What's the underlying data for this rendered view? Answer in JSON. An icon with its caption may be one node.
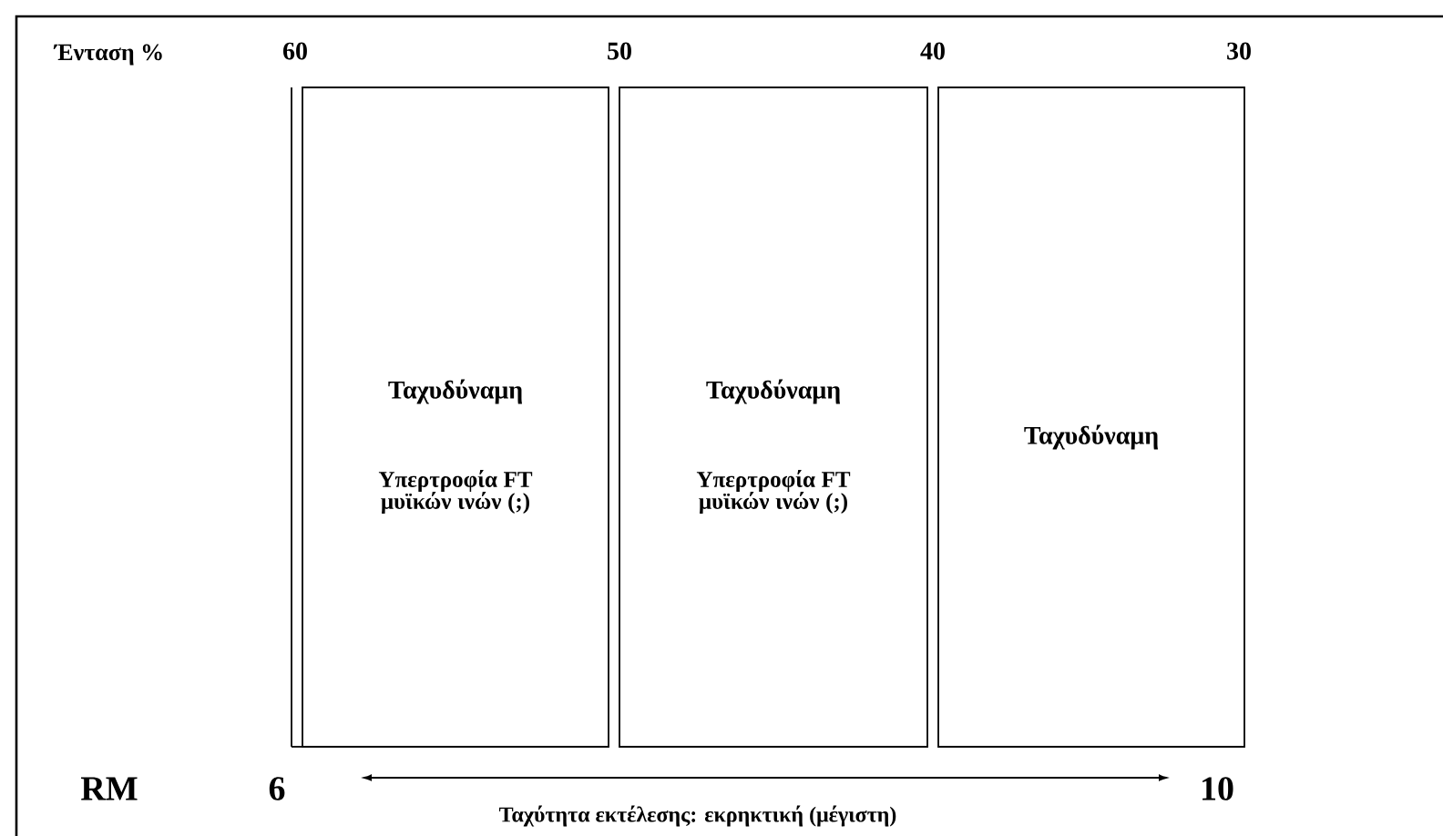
{
  "diagram": {
    "nodes": [
      {
        "text": [
          "Ταχυδύναμη",
          "Υπερτροφία FT μυϊκών ινών (;)"
        ]
      },
      {
        "text": [
          "Ταχυδύναμη",
          "Υπερτροφία FT μυϊκών ινών (;)"
        ]
      },
      {
        "text": [
          "Ταχυδύναμη"
        ]
      }
    ],
    "labels": [
      "Ένταση %",
      "60",
      "50",
      "40",
      "30",
      "RM",
      "6",
      "10",
      "Ταχύτητα εκτέλεσης: εκρηκτική (μέγιστη)"
    ]
  }
}
